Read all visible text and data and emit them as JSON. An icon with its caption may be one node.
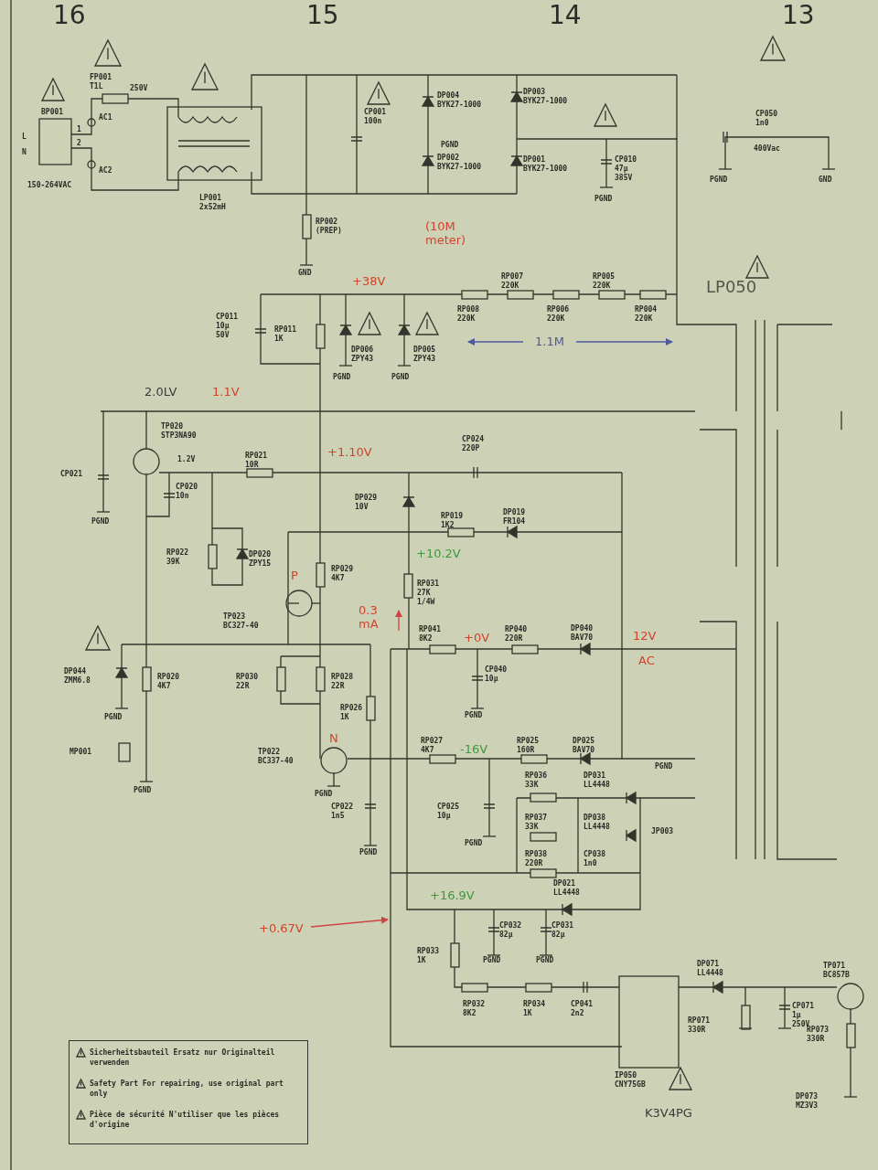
{
  "diagram": {
    "labels": [
      "16",
      "15",
      "14",
      "13",
      "FP001",
      "T1L",
      "250V",
      "BP001",
      "L",
      "N",
      "1",
      "2",
      "AC1",
      "AC2",
      "150-264VAC",
      "LP001",
      "2x52mH",
      "CP001",
      "100n",
      "RP002",
      "(PREP)",
      "GND",
      "DP004",
      "BYK27-1000",
      "DP003",
      "BYK27-1000",
      "PGND",
      "DP002",
      "BYK27-1000",
      "DP001",
      "BYK27-1000",
      "CP010",
      "47µ",
      "385V",
      "PGND",
      "CP050",
      "1n0",
      "400Vac",
      "PGND",
      "GND",
      "+38V",
      "(10M meter)",
      "RP008",
      "220K",
      "RP007",
      "220K",
      "RP006",
      "220K",
      "RP005",
      "220K",
      "RP004",
      "220K",
      "LP050",
      "CP011",
      "10µ",
      "50V",
      "RP011",
      "1K",
      "DP006",
      "ZPY43",
      "PGND",
      "DP005",
      "ZPY43",
      "PGND",
      "1.1M",
      "2.0LV",
      "1.1V",
      "TP020",
      "STP3NA90",
      "1.2V",
      "CP021",
      "PGND",
      "RP021",
      "10R",
      "+1.10V",
      "CP024",
      "220P",
      "CP020",
      "10n",
      "DP029",
      "10V",
      "RP019",
      "1K2",
      "DP019",
      "FR104",
      "RP022",
      "39K",
      "DP020",
      "ZPY15",
      "+10.2V",
      "RP029",
      "4K7",
      "RP031",
      "27K",
      "1/4W",
      "P",
      "TP023",
      "BC327-40",
      "0.3 mA",
      "RP041",
      "8K2",
      "+0V",
      "RP040",
      "220R",
      "DP040",
      "BAV70",
      "12V",
      "AC",
      "DP044",
      "ZMM6.8",
      "RP020",
      "4K7",
      "PGND",
      "RP030",
      "22R",
      "RP028",
      "22R",
      "CP040",
      "10µ",
      "PGND",
      "RP026",
      "1K",
      "N",
      "TP022",
      "BC337-40",
      "MP001",
      "PGND",
      "PGND",
      "RP027",
      "4K7",
      "-16V",
      "RP025",
      "160R",
      "DP025",
      "BAV70",
      "PGND",
      "CP022",
      "1n5",
      "PGND",
      "RP036",
      "33K",
      "DP031",
      "LL4448",
      "CP025",
      "10µ",
      "RP037",
      "33K",
      "DP038",
      "LL4448",
      "PGND",
      "RP038",
      "220R",
      "CP038",
      "1n0",
      "JP003",
      "+16.9V",
      "DP021",
      "LL4448",
      "CP032",
      "82µ",
      "CP031",
      "82µ",
      "PGND",
      "PGND",
      "+0.67V",
      "RP033",
      "1K",
      "RP032",
      "8K2",
      "RP034",
      "1K",
      "CP041",
      "2n2",
      "DP071",
      "LL4448",
      "RP071",
      "330R",
      "CP071",
      "1µ",
      "250V",
      "TP071",
      "BC857B",
      "RP073",
      "330R",
      "IP050",
      "CNY75GB",
      "K3V4PG",
      "DP073",
      "MZ3V3"
    ],
    "legend": [
      {
        "text": "Sicherheitsbauteil Ersatz nur Originalteil verwenden"
      },
      {
        "text": "Safety Part For repairing, use original part only"
      },
      {
        "text": "Pièce de sécurité N'utiliser que les pièces d'origine"
      }
    ]
  }
}
